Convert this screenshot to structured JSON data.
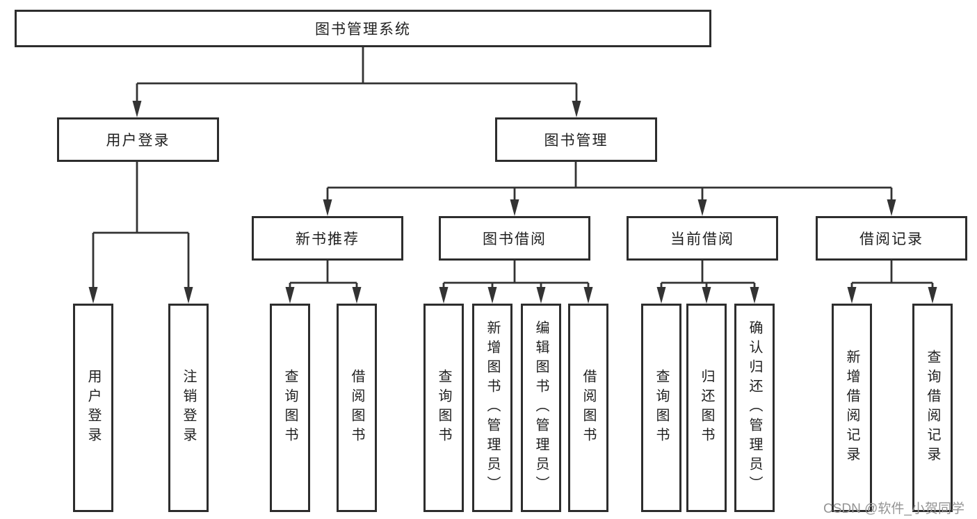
{
  "colors": {
    "background": "#ffffff",
    "box_border": "#2d2d2d",
    "connector": "#333333",
    "text": "#1f1f1f",
    "watermark": "#949494"
  },
  "diagram": {
    "root": {
      "label": "图书管理系统"
    },
    "branches": [
      {
        "label": "用户登录",
        "children": [
          {
            "label": "用户登录"
          },
          {
            "label": "注销登录"
          }
        ]
      },
      {
        "label": "图书管理",
        "children": [
          {
            "label": "新书推荐",
            "children": [
              {
                "label": "查询图书"
              },
              {
                "label": "借阅图书"
              }
            ]
          },
          {
            "label": "图书借阅",
            "children": [
              {
                "label": "查询图书"
              },
              {
                "label": "新增图书（管理员）"
              },
              {
                "label": "编辑图书（管理员）"
              },
              {
                "label": "借阅图书"
              }
            ]
          },
          {
            "label": "当前借阅",
            "children": [
              {
                "label": "查询图书"
              },
              {
                "label": "归还图书"
              },
              {
                "label": "确认归还（管理员）"
              }
            ]
          },
          {
            "label": "借阅记录",
            "children": [
              {
                "label": "新增借阅记录"
              },
              {
                "label": "查询借阅记录"
              }
            ]
          }
        ]
      }
    ]
  },
  "watermark": {
    "text": "CSDN @软件_小贺同学"
  }
}
